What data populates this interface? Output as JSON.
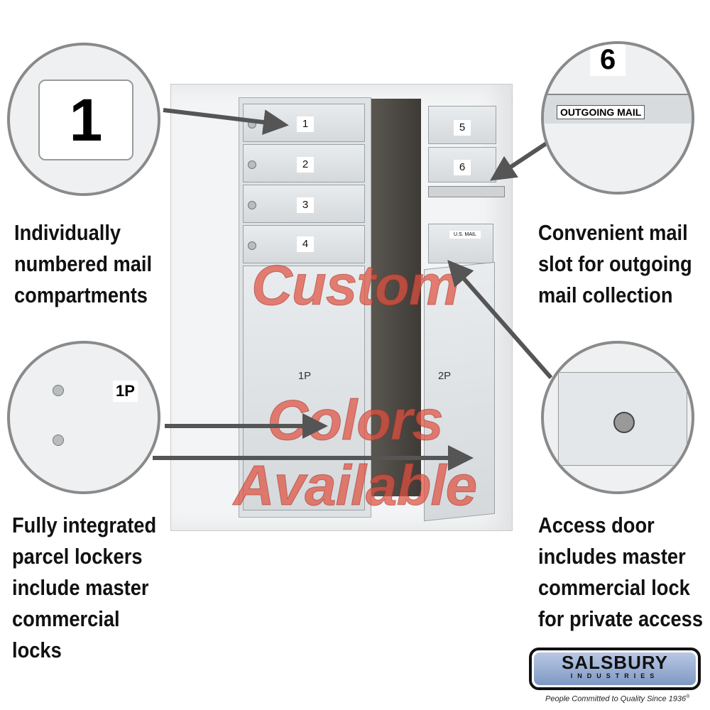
{
  "features": {
    "top_left": {
      "caption": [
        "Individually",
        "numbered mail",
        "compartments"
      ],
      "detail_label": "1"
    },
    "bottom_left": {
      "caption": [
        "Fully integrated",
        "parcel lockers",
        "include master",
        "commercial",
        "locks"
      ],
      "detail_label": "1P"
    },
    "top_right": {
      "caption": [
        "Convenient mail",
        "slot for outgoing",
        "mail collection"
      ],
      "detail_label": "6",
      "slot_label": "OUTGOING MAIL"
    },
    "bottom_right": {
      "caption": [
        "Access door",
        "includes master",
        "commercial lock",
        "for private access"
      ]
    }
  },
  "mailbox": {
    "left_doors": [
      "1",
      "2",
      "3",
      "4"
    ],
    "right_doors": [
      "5",
      "6"
    ],
    "parcel_left": "1P",
    "parcel_right": "2P",
    "usmail_label": "U.S. MAIL"
  },
  "watermark": [
    "Custom",
    "Colors",
    "Available"
  ],
  "logo": {
    "name": "SALSBURY",
    "sub": "INDUSTRIES",
    "tagline": "People Committed to Quality Since 1936",
    "mark": "®"
  },
  "colors": {
    "watermark": "#e05040",
    "logo_blue": "#8fa6cc",
    "arrow": "#555555"
  }
}
